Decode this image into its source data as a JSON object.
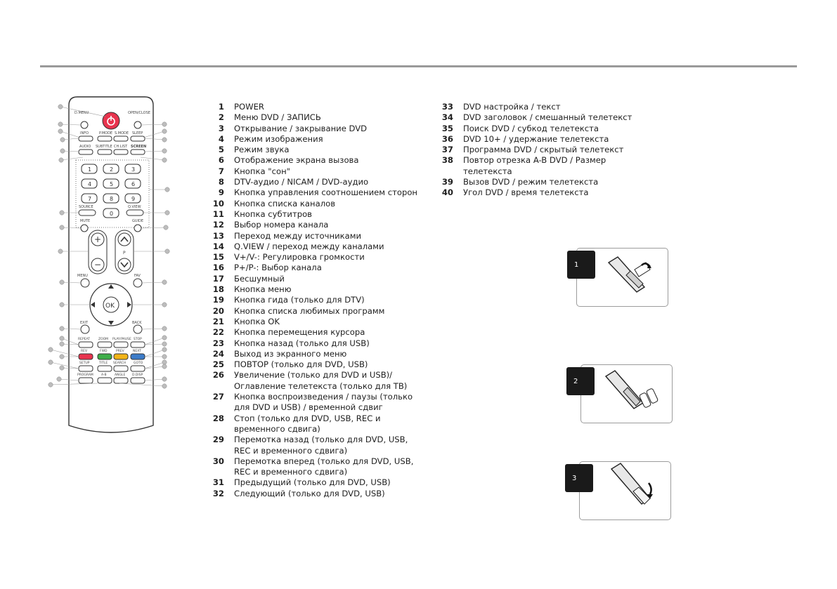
{
  "remote": {
    "top_labels": [
      "D.MENU",
      "OPEN/CLOSE"
    ],
    "row_labels": [
      "INFO",
      "P.MODE",
      "S.MODE",
      "SLEEP",
      "AUDIO",
      "SUBTITLE",
      "CH.LIST",
      "SCREEN"
    ],
    "digits": [
      "1",
      "2",
      "3",
      "4",
      "5",
      "6",
      "7",
      "8",
      "9",
      "0"
    ],
    "mid_labels": {
      "source": "SOURCE",
      "qview": "Q.VIEW",
      "mute": "MUTE",
      "guide": "GUIDE",
      "menu": "MENU",
      "fav": "FAV",
      "exit": "EXIT",
      "back": "BACK",
      "ok": "OK",
      "p": "P"
    },
    "media_labels": [
      "REPEAT",
      "ZOOM",
      "PLAY/PAUSE",
      "STOP",
      "REV",
      "FWD",
      "PREV",
      "NEXT",
      "SETUP",
      "TITLE",
      "SEARCH",
      "GOTO",
      "PROGRAM",
      "A-B",
      "ANGLE",
      "D.DISP"
    ],
    "colors": {
      "power": "#e8344e",
      "red": "#e8344e",
      "green": "#3fae49",
      "yellow": "#f2b418",
      "blue": "#3d7cc9"
    }
  },
  "list_left": [
    {
      "num": "1",
      "text": "POWER"
    },
    {
      "num": "2",
      "text": "Меню DVD / ЗАПИСЬ"
    },
    {
      "num": "3",
      "text": "Открывание / закрывание DVD"
    },
    {
      "num": "4",
      "text": "Режим изображения"
    },
    {
      "num": "5",
      "text": "Режим звука"
    },
    {
      "num": "6",
      "text": "Отображение экрана вызова"
    },
    {
      "num": "7",
      "text": "Кнопка \"сон\""
    },
    {
      "num": "8",
      "text": "DTV-аудио / NICAM / DVD-аудио"
    },
    {
      "num": "9",
      "text": "Кнопка управления соотношением сторон"
    },
    {
      "num": "10",
      "text": "Кнопка списка каналов"
    },
    {
      "num": "11",
      "text": "Кнопка субтитров"
    },
    {
      "num": "12",
      "text": "Выбор номера канала"
    },
    {
      "num": "13",
      "text": "Переход между источниками"
    },
    {
      "num": "14",
      "text": "Q.VIEW / переход между каналами"
    },
    {
      "num": "15",
      "text": "V+/V-: Регулировка громкости"
    },
    {
      "num": "16",
      "text": "P+/P-: Выбор канала"
    },
    {
      "num": "17",
      "text": "Бесшумный"
    },
    {
      "num": "18",
      "text": "Кнопка меню"
    },
    {
      "num": "19",
      "text": "Кнопка гида (только для DTV)"
    },
    {
      "num": "20",
      "text": "Кнопка списка любимых программ"
    },
    {
      "num": "21",
      "text": "Кнопка OK"
    },
    {
      "num": "22",
      "text": "Кнопка перемещения курсора"
    },
    {
      "num": "23",
      "text": "Кнопка назад (только для USB)"
    },
    {
      "num": "24",
      "text": "Выход из экранного меню"
    },
    {
      "num": "25",
      "text": "ПОВТОР (только для DVD, USB)"
    },
    {
      "num": "26",
      "text": "Увеличение (только для DVD и USB)/ Оглавление телетекста (только для ТВ)"
    },
    {
      "num": "27",
      "text": "Кнопка воспроизведения / паузы (только для DVD и USB) / временной сдвиг"
    },
    {
      "num": "28",
      "text": "Стоп (только для DVD, USB, REC и временного сдвига)"
    },
    {
      "num": "29",
      "text": "Перемотка назад (только для DVD, USB, REC и временного сдвига)"
    },
    {
      "num": "30",
      "text": "Перемотка вперед (только для DVD, USB, REC и временного сдвига)"
    },
    {
      "num": "31",
      "text": "Предыдущий (только для DVD, USB)"
    },
    {
      "num": "32",
      "text": "Следующий (только для DVD, USB)"
    }
  ],
  "list_right": [
    {
      "num": "33",
      "text": "DVD настройка / текст"
    },
    {
      "num": "34",
      "text": "DVD заголовок / смешанный телетекст"
    },
    {
      "num": "35",
      "text": "Поиск DVD / субкод телетекста"
    },
    {
      "num": "36",
      "text": "DVD 10+ / удержание телетекста"
    },
    {
      "num": "37",
      "text": "Программа DVD / скрытый телетекст"
    },
    {
      "num": "38",
      "text": "Повтор отрезка A-B DVD / Размер телетекста"
    },
    {
      "num": "39",
      "text": "Вызов DVD / режим телетекста"
    },
    {
      "num": "40",
      "text": "Угол DVD / время телетекста"
    }
  ],
  "battery_steps": [
    "1",
    "2",
    "3"
  ]
}
